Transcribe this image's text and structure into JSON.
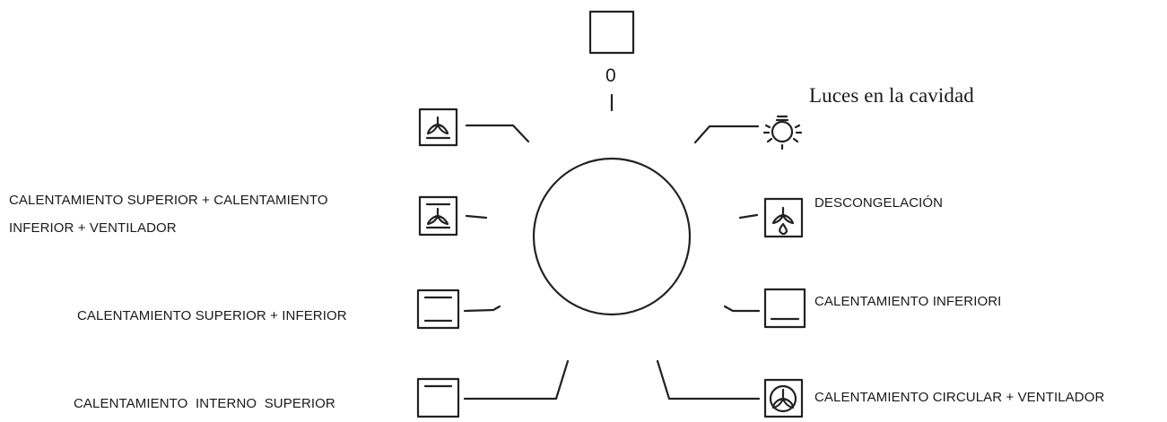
{
  "dial": {
    "off_position": "0",
    "labels": {
      "luces": "Luces en la cavidad",
      "sup_inf_vent_1": "CALENTAMIENTO SUPERIOR + CALENTAMIENTO",
      "sup_inf_vent_2": "INFERIOR + VENTILADOR",
      "descongelacion": "DESCONGELACIÓN",
      "sup_inf": "CALENTAMIENTO SUPERIOR + INFERIOR",
      "inferior": "CALENTAMIENTO INFERIORI",
      "interno_superior": "CALENTAMIENTO  INTERNO  SUPERIOR",
      "circular_vent": "CALENTAMIENTO CIRCULAR + VENTILADOR"
    }
  },
  "icons": [
    "off-square-icon",
    "fan-bottom-heat-icon",
    "top-bottom-fan-icon",
    "top-bottom-heat-icon",
    "top-heat-icon",
    "light-bulb-icon",
    "defrost-icon",
    "bottom-heat-icon",
    "circular-fan-icon"
  ]
}
